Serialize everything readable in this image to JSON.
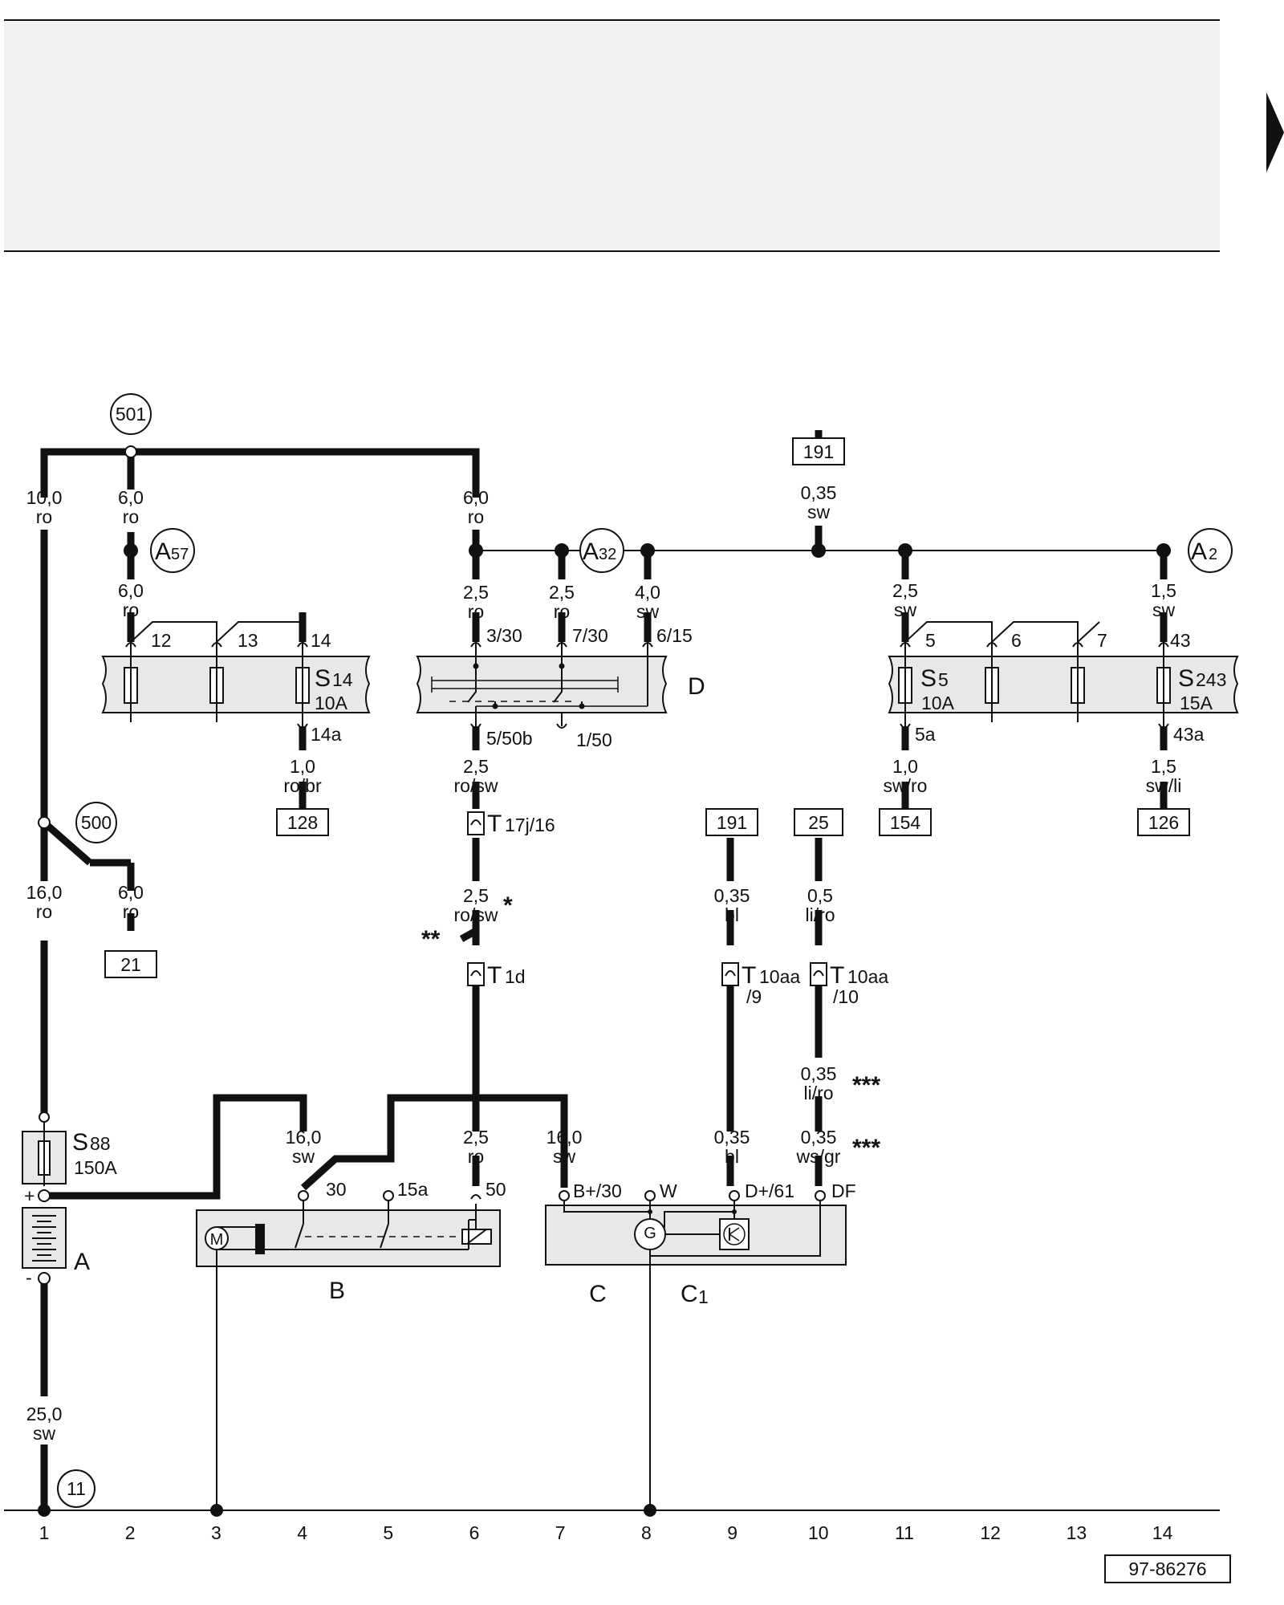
{
  "title": "",
  "document_id": "97-86276",
  "column_numbers": [
    "1",
    "2",
    "3",
    "4",
    "5",
    "6",
    "7",
    "8",
    "9",
    "10",
    "11",
    "12",
    "13",
    "14"
  ],
  "components": {
    "A": "A",
    "B": "B",
    "C": "C",
    "C1_letter": "C",
    "C1_sub": "1",
    "D": "D",
    "S88": {
      "name": "S",
      "num": "88",
      "rating": "150A"
    },
    "S14": {
      "name": "S",
      "num": "14",
      "rating": "10A"
    },
    "S5": {
      "name": "S",
      "num": "5",
      "rating": "10A"
    },
    "S243": {
      "name": "S",
      "num": "243",
      "rating": "15A"
    },
    "battery_plus": "+",
    "battery_minus": "-",
    "motor": "M",
    "generator": "G"
  },
  "connection_points": {
    "c501": "501",
    "c500": "500",
    "c11": "11",
    "a57": {
      "letter": "A",
      "num": "57"
    },
    "a32": {
      "letter": "A",
      "num": "32"
    },
    "a2": {
      "letter": "A",
      "num": "2"
    }
  },
  "refs": {
    "r191a": "191",
    "r191b": "191",
    "r25": "25",
    "r128": "128",
    "r154": "154",
    "r126": "126",
    "r21": "21"
  },
  "wires": {
    "w_10_ro": [
      "10,0",
      "ro"
    ],
    "w_6_ro_col2": [
      "6,0",
      "ro"
    ],
    "w_6_ro_col6": [
      "6,0",
      "ro"
    ],
    "w_035_sw": [
      "0,35",
      "sw"
    ],
    "w_6_ro_s14": [
      "6,0",
      "ro"
    ],
    "w_25_ro_330": [
      "2,5",
      "ro"
    ],
    "w_25_ro_730": [
      "2,5",
      "ro"
    ],
    "w_40_sw": [
      "4,0",
      "sw"
    ],
    "w_25_sw": [
      "2,5",
      "sw"
    ],
    "w_15_sw": [
      "1,5",
      "sw"
    ],
    "w_10_robr": [
      "1,0",
      "ro/br"
    ],
    "w_25_rosw": [
      "2,5",
      "ro/sw"
    ],
    "w_10_swro": [
      "1,0",
      "sw/ro"
    ],
    "w_15_swli": [
      "1,5",
      "sw/li"
    ],
    "w_16_ro": [
      "16,0",
      "ro"
    ],
    "w_6_ro_21": [
      "6,0",
      "ro"
    ],
    "w_25_rosw_b": [
      "2,5",
      "ro/sw"
    ],
    "w_035_bl": [
      "0,35",
      "bl"
    ],
    "w_05_liro": [
      "0,5",
      "li/ro"
    ],
    "w_035_liro": [
      "0,35",
      "li/ro"
    ],
    "w_16_sw_b": [
      "16,0",
      "sw"
    ],
    "w_25_ro_b": [
      "2,5",
      "ro"
    ],
    "w_16_sw_c": [
      "16,0",
      "sw"
    ],
    "w_035_bl_c": [
      "0,35",
      "bl"
    ],
    "w_035_wsgr": [
      "0,35",
      "ws/gr"
    ],
    "w_25_sw_ground": [
      "25,0",
      "sw"
    ]
  },
  "pins": {
    "p12": "12",
    "p13": "13",
    "p14": "14",
    "p14a": "14a",
    "p330": "3/30",
    "p730": "7/30",
    "p615": "6/15",
    "p550b": "5/50b",
    "p150": "1/50",
    "p5": "5",
    "p6": "6",
    "p7": "7",
    "p43": "43",
    "p5a": "5a",
    "p43a": "43a",
    "p30": "30",
    "p15a": "15a",
    "p50": "50",
    "pB30": "B+/30",
    "pW": "W",
    "pD61": "D+/61",
    "pDF": "DF"
  },
  "connectors": {
    "t17j": {
      "letter": "T",
      "spec": "17j/16"
    },
    "t1d": {
      "letter": "T",
      "spec": "1d"
    },
    "t10aa9": {
      "letter": "T",
      "spec": "10aa",
      "pin": "/9"
    },
    "t10aa10": {
      "letter": "T",
      "spec": "10aa",
      "pin": "/10"
    }
  },
  "footnote_marks": {
    "star1": "*",
    "star2": "**",
    "star3a": "***",
    "star3b": "***"
  }
}
